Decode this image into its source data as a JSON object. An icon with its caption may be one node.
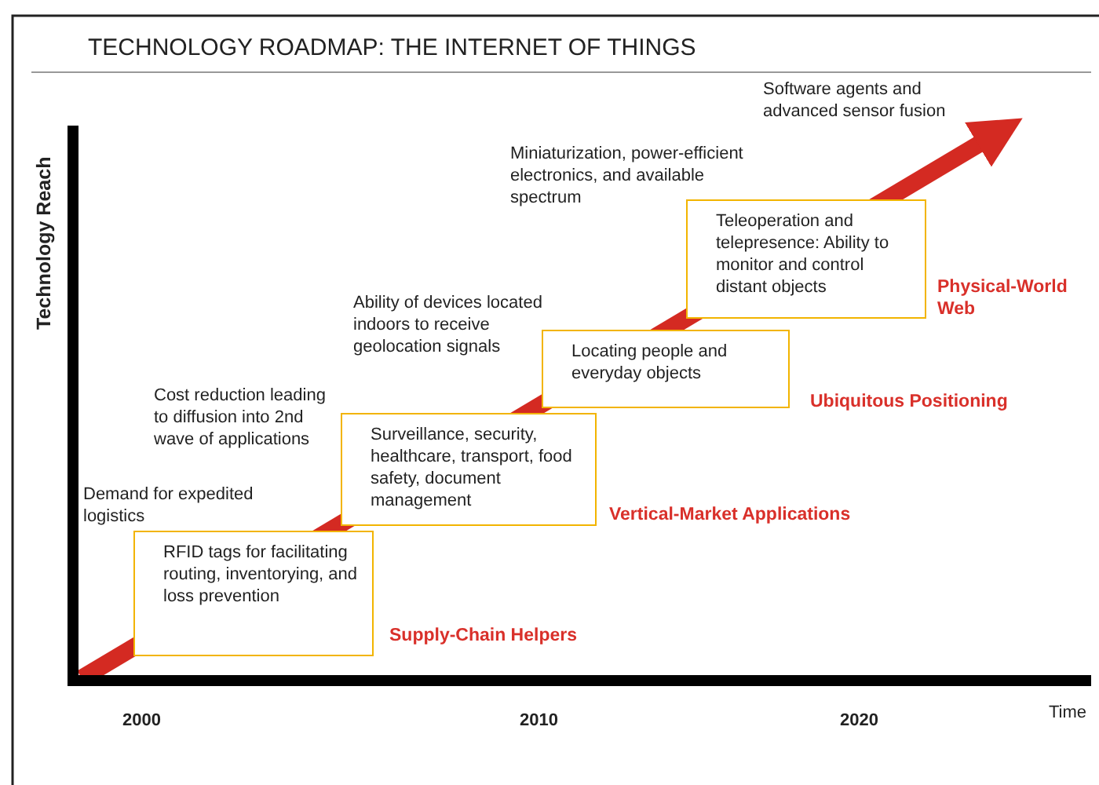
{
  "diagram": {
    "title": "TECHNOLOGY ROADMAP: THE INTERNET OF THINGS",
    "nodes": [
      {
        "text": [
          "RFID tags for facilitating routing, inventorying, and loss prevention"
        ],
        "beside": [
          "Supply-Chain Helpers"
        ]
      },
      {
        "text": [
          "Surveillance, security, healthcare, transport, food safety,  document management"
        ],
        "beside": [
          "Vertical-Market Applications"
        ]
      },
      {
        "text": [
          "Locating people and everyday objects"
        ],
        "beside": [
          "Ubiquitous Positioning"
        ]
      },
      {
        "text": [
          "Teleoperation and telepresence: Ability to monitor and control distant objects"
        ],
        "beside": [
          "Physical-World Web"
        ]
      }
    ],
    "edges": [],
    "labels": [
      "Software agents and advanced sensor fusion",
      "Miniaturization, power-efficient electronics, and available spectrum",
      "Technology Reach",
      "Ability of devices located indoors to receive geolocation signals",
      "Cost reduction leading to diffusion into 2nd wave of applications",
      "Demand for expedited logistics",
      "2000",
      "2010",
      "2020",
      "Time"
    ]
  }
}
